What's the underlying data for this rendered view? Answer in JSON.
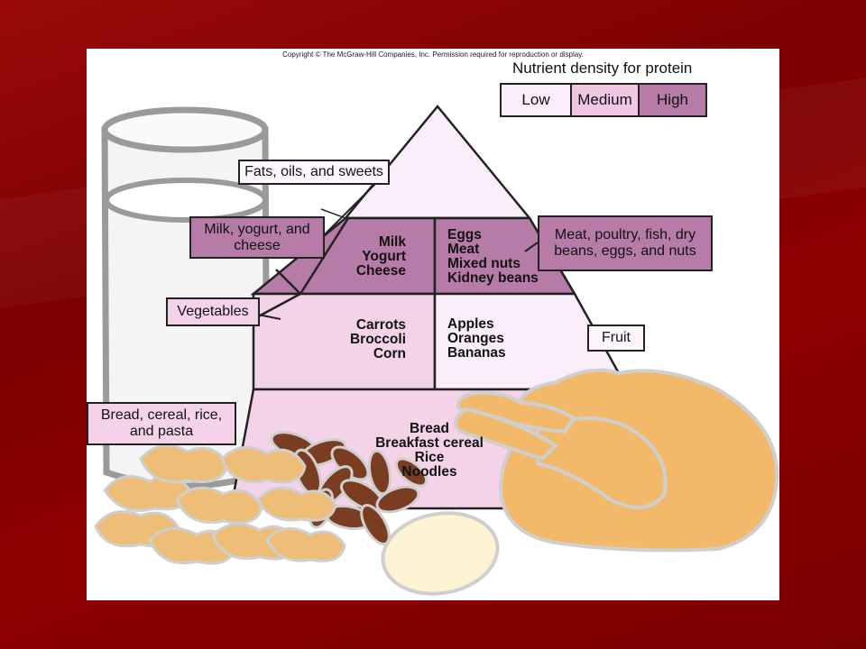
{
  "copyright": "Copyright © The McGraw-Hill Companies, Inc. Permission required for reproduction or display.",
  "legend": {
    "title": "Nutrient density for protein",
    "levels": [
      {
        "label": "Low",
        "color": "#fbeefb"
      },
      {
        "label": "Medium",
        "color": "#f0c6e2"
      },
      {
        "label": "High",
        "color": "#b77ba8"
      }
    ]
  },
  "groups": {
    "fats": "Fats, oils, and sweets",
    "dairy": "Milk, yogurt, and cheese",
    "protein": "Meat, poultry, fish, dry beans, eggs, and nuts",
    "vegetables": "Vegetables",
    "fruit": "Fruit",
    "grains": "Bread, cereal, rice, and pasta"
  },
  "pyramid": {
    "dairy_foods": [
      "Milk",
      "Yogurt",
      "Cheese"
    ],
    "protein_foods": [
      "Eggs",
      "Meat",
      "Mixed nuts",
      "Kidney beans"
    ],
    "vegetable_foods": [
      "Carrots",
      "Broccoli",
      "Corn"
    ],
    "fruit_foods": [
      "Apples",
      "Oranges",
      "Bananas"
    ],
    "grain_foods": [
      "Bread",
      "Breakfast cereal",
      "Rice",
      "Noodles"
    ]
  },
  "colors": {
    "slide_background": "#8a0000",
    "low_density": "#fbeefb",
    "medium_density": "#f0c6e2",
    "high_density": "#b77ba8",
    "chicken": "#f2b96a",
    "beans": "#7a3d22",
    "peanuts": "#eebd78",
    "egg": "#fbf3d2"
  }
}
